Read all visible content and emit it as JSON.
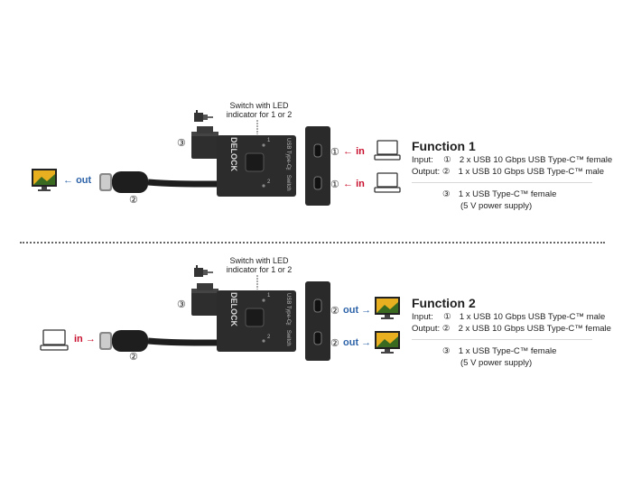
{
  "sections": [
    {
      "switch_label_1": "Switch with LED",
      "switch_label_2": "indicator for 1 or 2",
      "brand": "DELOCK",
      "device_text": "USB Type-C™ Switch",
      "port_marker_1": "1",
      "port_marker_2": "2",
      "power_num": "③",
      "cable_num": "②",
      "left_arrow_text": "out",
      "right_top_num": "①",
      "right_top_arrow": "in",
      "right_bottom_num": "①",
      "right_bottom_arrow": "in",
      "function_title": "Function 1",
      "input_label": "Input:",
      "input_num": "①",
      "input_text": "2 x USB 10 Gbps USB Type-C™ female",
      "output_label": "Output:",
      "output_num": "②",
      "output_text": "1 x USB 10 Gbps USB Type-C™ male",
      "power_spec_num": "③",
      "power_spec_text": "1 x USB Type-C™ female",
      "power_spec_sub": "(5 V power supply)"
    },
    {
      "switch_label_1": "Switch with LED",
      "switch_label_2": "indicator for 1 or 2",
      "brand": "DELOCK",
      "device_text": "USB Type-C™ Switch",
      "port_marker_1": "1",
      "port_marker_2": "2",
      "power_num": "③",
      "cable_num": "②",
      "left_arrow_text": "in",
      "right_top_num": "②",
      "right_top_arrow": "out",
      "right_bottom_num": "②",
      "right_bottom_arrow": "out",
      "function_title": "Function 2",
      "input_label": "Input:",
      "input_num": "①",
      "input_text": "1 x USB 10 Gbps USB Type-C™ male",
      "output_label": "Output:",
      "output_num": "②",
      "output_text": "2 x USB 10 Gbps USB Type-C™ female",
      "power_spec_num": "③",
      "power_spec_text": "1 x USB Type-C™ female",
      "power_spec_sub": "(5 V power supply)"
    }
  ],
  "colors": {
    "in_arrow": "#c8102e",
    "out_arrow": "#2d63a8",
    "device": "#2a2a2a"
  },
  "icons": [
    "monitor-icon",
    "laptop-icon",
    "power-plug-icon"
  ]
}
